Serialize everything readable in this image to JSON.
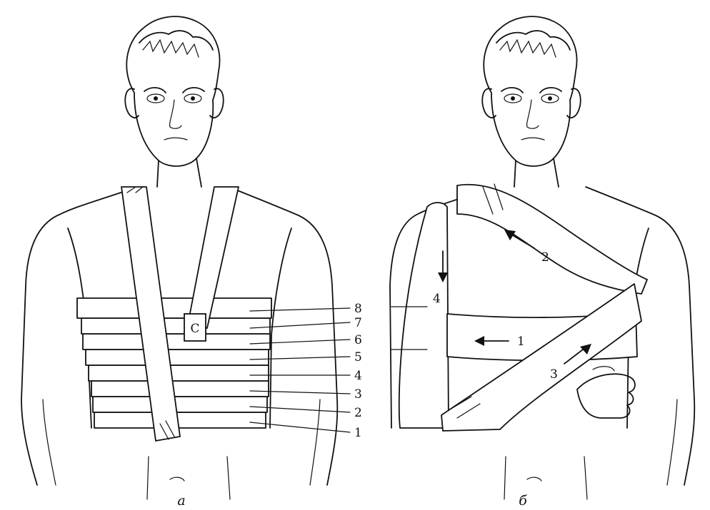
{
  "panel_a": {
    "caption": "а",
    "turn_labels": [
      "1",
      "2",
      "3",
      "4",
      "5",
      "6",
      "7",
      "8"
    ],
    "buckle_mark": "С"
  },
  "panel_b": {
    "caption": "б",
    "step_labels": [
      "1",
      "2",
      "3",
      "4"
    ]
  }
}
